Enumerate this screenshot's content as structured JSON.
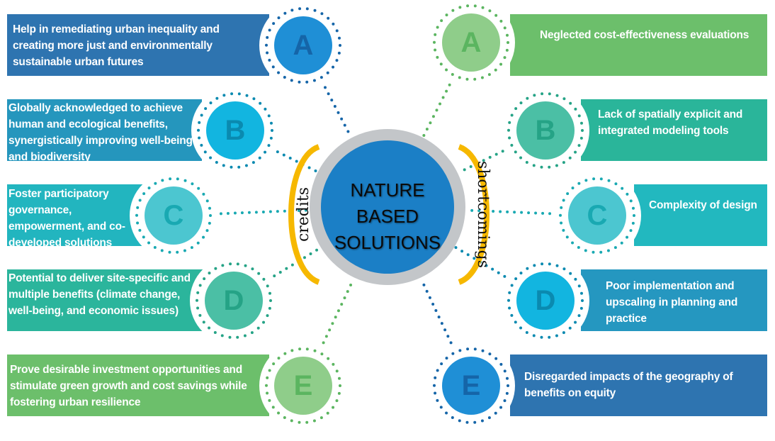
{
  "center": {
    "lines": [
      "NATURE",
      "BASED",
      "SOLUTIONS"
    ]
  },
  "labels": {
    "left": "credits",
    "right": "shortcomings"
  },
  "credits": [
    {
      "letter": "A",
      "text": "Help in remediating urban inequality and creating more just and environmentally sustainable urban futures",
      "banner": "#2e74b0",
      "circle": "#1f8fd6",
      "dark": "#1565a8"
    },
    {
      "letter": "B",
      "text": "Globally acknowledged to achieve human and ecological benefits, synergistically improving well-being and biodiversity",
      "banner": "#2596bd",
      "circle": "#12b5e0",
      "dark": "#0a8ab0"
    },
    {
      "letter": "C",
      "text": "Foster participatory governance, empowerment, and co-developed solutions",
      "banner": "#22b5bf",
      "circle": "#4cc6d0",
      "dark": "#19a9b2"
    },
    {
      "letter": "D",
      "text": "Potential to deliver site-specific and multiple benefits (climate change, well-being, and economic issues)",
      "banner": "#2bb59c",
      "circle": "#4bbfa5",
      "dark": "#25a386"
    },
    {
      "letter": "E",
      "text": "Prove desirable investment opportunities and stimulate green growth and cost savings while fostering urban resilience",
      "banner": "#6cbf6b",
      "circle": "#8fcd8a",
      "dark": "#5bb560"
    }
  ],
  "shortcomings": [
    {
      "letter": "A",
      "text": "Neglected cost-effectiveness evaluations",
      "banner": "#6cbf6b",
      "circle": "#8fcd8a",
      "dark": "#5bb560"
    },
    {
      "letter": "B",
      "text": "Lack of spatially explicit and integrated modeling tools",
      "banner": "#2ab59a",
      "circle": "#4bbfa5",
      "dark": "#25a386"
    },
    {
      "letter": "C",
      "text": "Complexity of design",
      "banner": "#22b8bf",
      "circle": "#4cc6d0",
      "dark": "#19a9b2"
    },
    {
      "letter": "D",
      "text": "Poor implementation and upscaling in planning and practice",
      "banner": "#2597c0",
      "circle": "#12b5e0",
      "dark": "#0a8ab0"
    },
    {
      "letter": "E",
      "text": "Disregarded impacts of the geography of benefits on equity",
      "banner": "#2e74b0",
      "circle": "#1f8fd6",
      "dark": "#1565a8"
    }
  ],
  "colors": {
    "ring": "#c3c6c9",
    "core": "#1b7fc6",
    "bracket": "#f6b800"
  }
}
